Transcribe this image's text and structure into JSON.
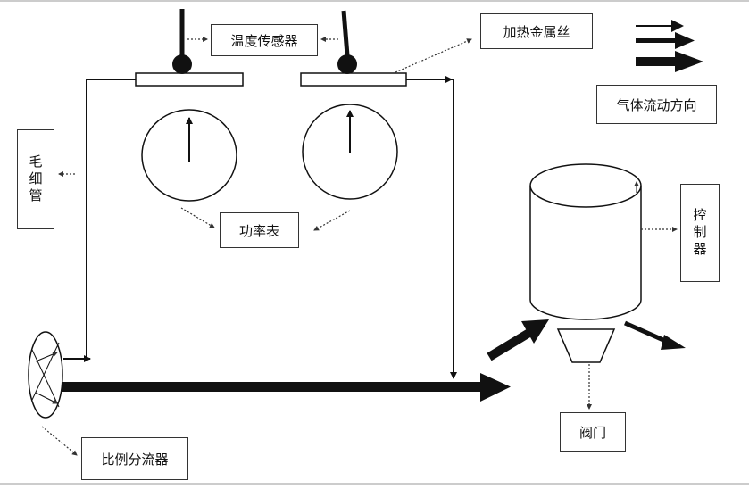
{
  "labels": {
    "temp_sensor": "温度传感器",
    "heating_wire": "加热金属丝",
    "gas_flow_direction": "气体流动方向",
    "capillary": "毛细管",
    "power_meter": "功率表",
    "controller": "控制器",
    "splitter": "比例分流器",
    "valve": "阀门"
  },
  "colors": {
    "line": "#111111",
    "box_border": "#333333",
    "dotted": "#333333",
    "background": "#ffffff"
  }
}
